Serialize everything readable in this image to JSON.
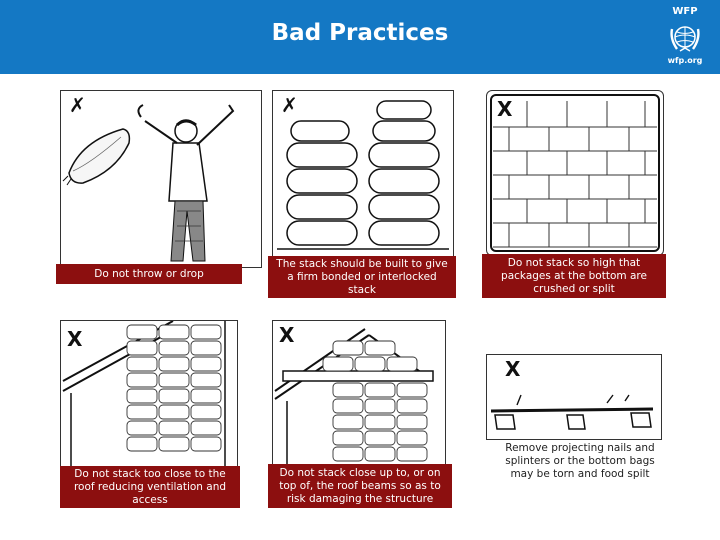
{
  "header": {
    "title": "Bad Practices",
    "logo_top": "WFP",
    "logo_bottom": "wfp.org",
    "bg_color": "#1478c4"
  },
  "caption_color": "#8c0f0f",
  "panels": [
    {
      "mark": "✗",
      "caption": "Do not throw or drop"
    },
    {
      "mark": "✗",
      "caption": "The stack should be built to give a firm bonded or interlocked stack"
    },
    {
      "mark": "X",
      "caption": "Do not stack so high that packages at the bottom are crushed or split"
    },
    {
      "mark": "X",
      "caption": "Do not stack too close to the roof reducing ventilation and access"
    },
    {
      "mark": "X",
      "caption": "Do not stack close up to, or on top of, the roof beams so as to risk damaging the structure"
    },
    {
      "mark": "X",
      "caption": "Remove projecting nails and splinters or the bottom bags may be torn and food spilt"
    }
  ]
}
